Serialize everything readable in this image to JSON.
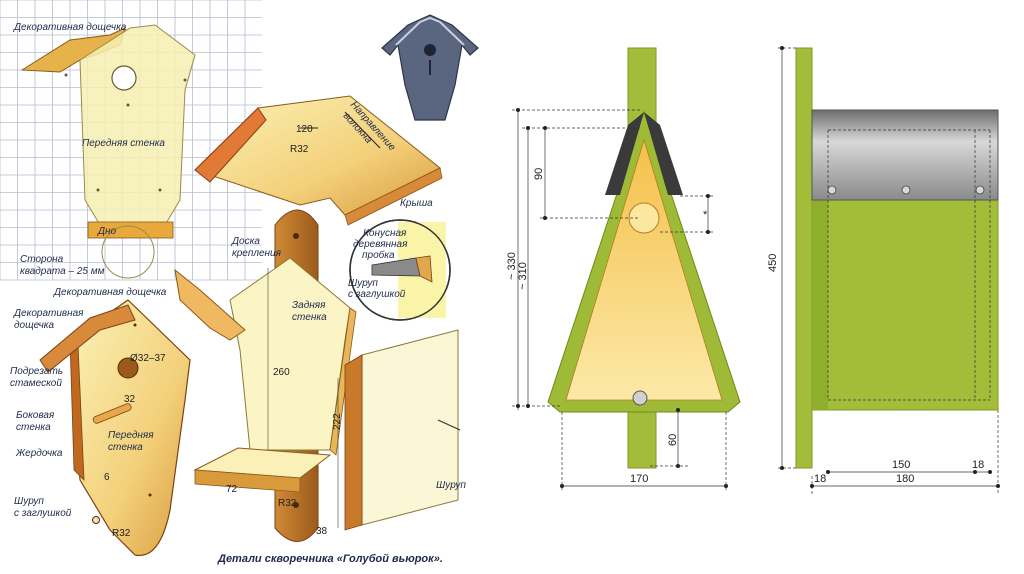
{
  "left_panel": {
    "grid_labels": {
      "decorative_board_top": "Декоративная дощечка",
      "front_wall": "Передняя стенка",
      "bottom": "Дно",
      "square_side_1": "Сторона",
      "square_side_2": "квадрата – 25 мм"
    },
    "roof": {
      "dim": "120",
      "radius": "R32",
      "grain_1": "Направление",
      "grain_2": "волокна",
      "label": "Крыша"
    },
    "mount": {
      "board_1": "Доска",
      "board_2": "крепления",
      "plug_1": "Конусная",
      "plug_2": "деревянная",
      "plug_3": "пробка",
      "screw_1": "Шуруп",
      "screw_2": "с заглушкой"
    },
    "assembled": {
      "decorative_board_mid": "Декоративная дощечка",
      "decorative_1": "Декоративная",
      "decorative_2": "дощечка",
      "chisel_1": "Подрезать",
      "chisel_2": "стамеской",
      "side_1": "Боковая",
      "side_2": "стенка",
      "perch": "Жердочка",
      "front_1": "Передняя",
      "front_2": "стенка",
      "hole_dim": "Ø32–37",
      "dim_32": "32",
      "dim_6": "6",
      "screw_1": "Шуруп",
      "screw_2": "с заглушкой",
      "r32": "R32"
    },
    "back_wall": {
      "label_1": "Задняя",
      "label_2": "стенка",
      "dim_260": "260",
      "dim_72": "72",
      "r32": "R32",
      "dim_38": "38"
    },
    "side_panel": {
      "dim_222": "222",
      "screw": "Шуруп"
    },
    "caption": "Детали скворечника «Голубой вьюрок»."
  },
  "front_view": {
    "dims": {
      "d330": "~ 330",
      "d310": "~ 310",
      "d90": "90",
      "d60": "60",
      "d170": "170",
      "star": "*"
    }
  },
  "side_view": {
    "dims": {
      "d450": "450",
      "d150": "150",
      "d18a": "18",
      "d18b": "18",
      "d180": "180"
    }
  },
  "colors": {
    "grid_line": "#b8bcd0",
    "wood_light": "#f7f0b0",
    "wood_mid": "#f0c060",
    "wood_dark": "#c88a30",
    "green": "#a3bd3a",
    "green_dark": "#7f9a22",
    "roof_grey": "#9a9a9a",
    "label_text": "#1e2a4a"
  }
}
